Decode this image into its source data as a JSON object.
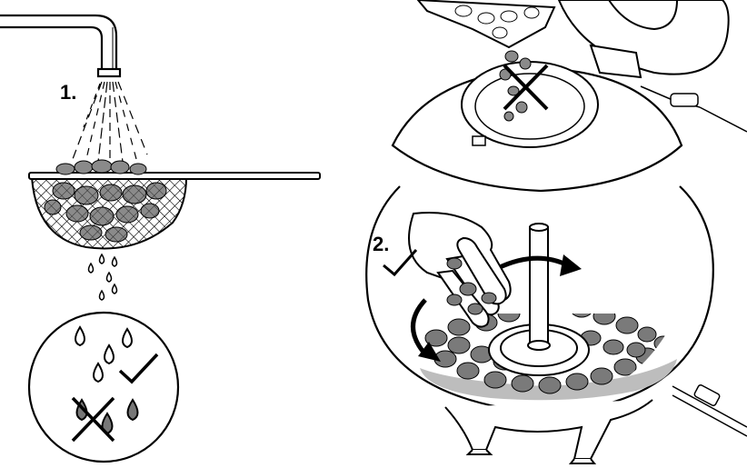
{
  "steps": [
    {
      "number_label": "1.",
      "description_icon": "faucet-rinsing-gravel-in-sieve"
    },
    {
      "number_label": "2.",
      "description_icon": "hand-spreading-gravel-in-aquarium",
      "status": "check-mark"
    }
  ],
  "panels": {
    "drip_inset": {
      "ok_icon": "check-mark-icon",
      "not_ok_icon": "cross-mark-icon"
    },
    "pour_into_lid": {
      "status_icon": "cross-mark-icon"
    }
  },
  "colors": {
    "stroke": "#000000",
    "gravel": "#7a7a7a",
    "gravel_dark": "#555555",
    "shadow": "#bdbdbd",
    "drop_dirty": "#777777"
  }
}
